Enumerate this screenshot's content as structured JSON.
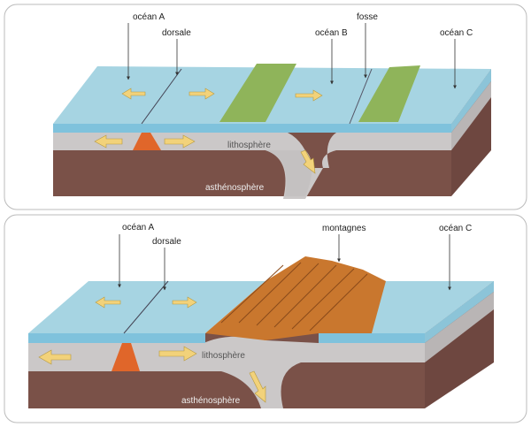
{
  "panels": [
    {
      "labels": {
        "ocean_a": "océan A",
        "dorsale": "dorsale",
        "ocean_b": "océan B",
        "fosse": "fosse",
        "ocean_c": "océan C",
        "lithosphere": "lithosphère",
        "asthenosphere": "asthénosphère"
      }
    },
    {
      "labels": {
        "ocean_a": "océan  A",
        "dorsale": "dorsale",
        "montagnes": "montagnes",
        "ocean_c": "océan  C",
        "lithosphere": "lithosphère",
        "asthenosphere": "asthénosphère"
      }
    }
  ],
  "colors": {
    "water": "#9fd0df",
    "water_front": "#7fc2dc",
    "lithosphere": "#c9c6c6",
    "asthenosphere": "#7a5148",
    "continent_green": "#8fb45a",
    "mountains": "#c9772e",
    "magma": "#e0662a",
    "arrow": "#f2d27a"
  }
}
